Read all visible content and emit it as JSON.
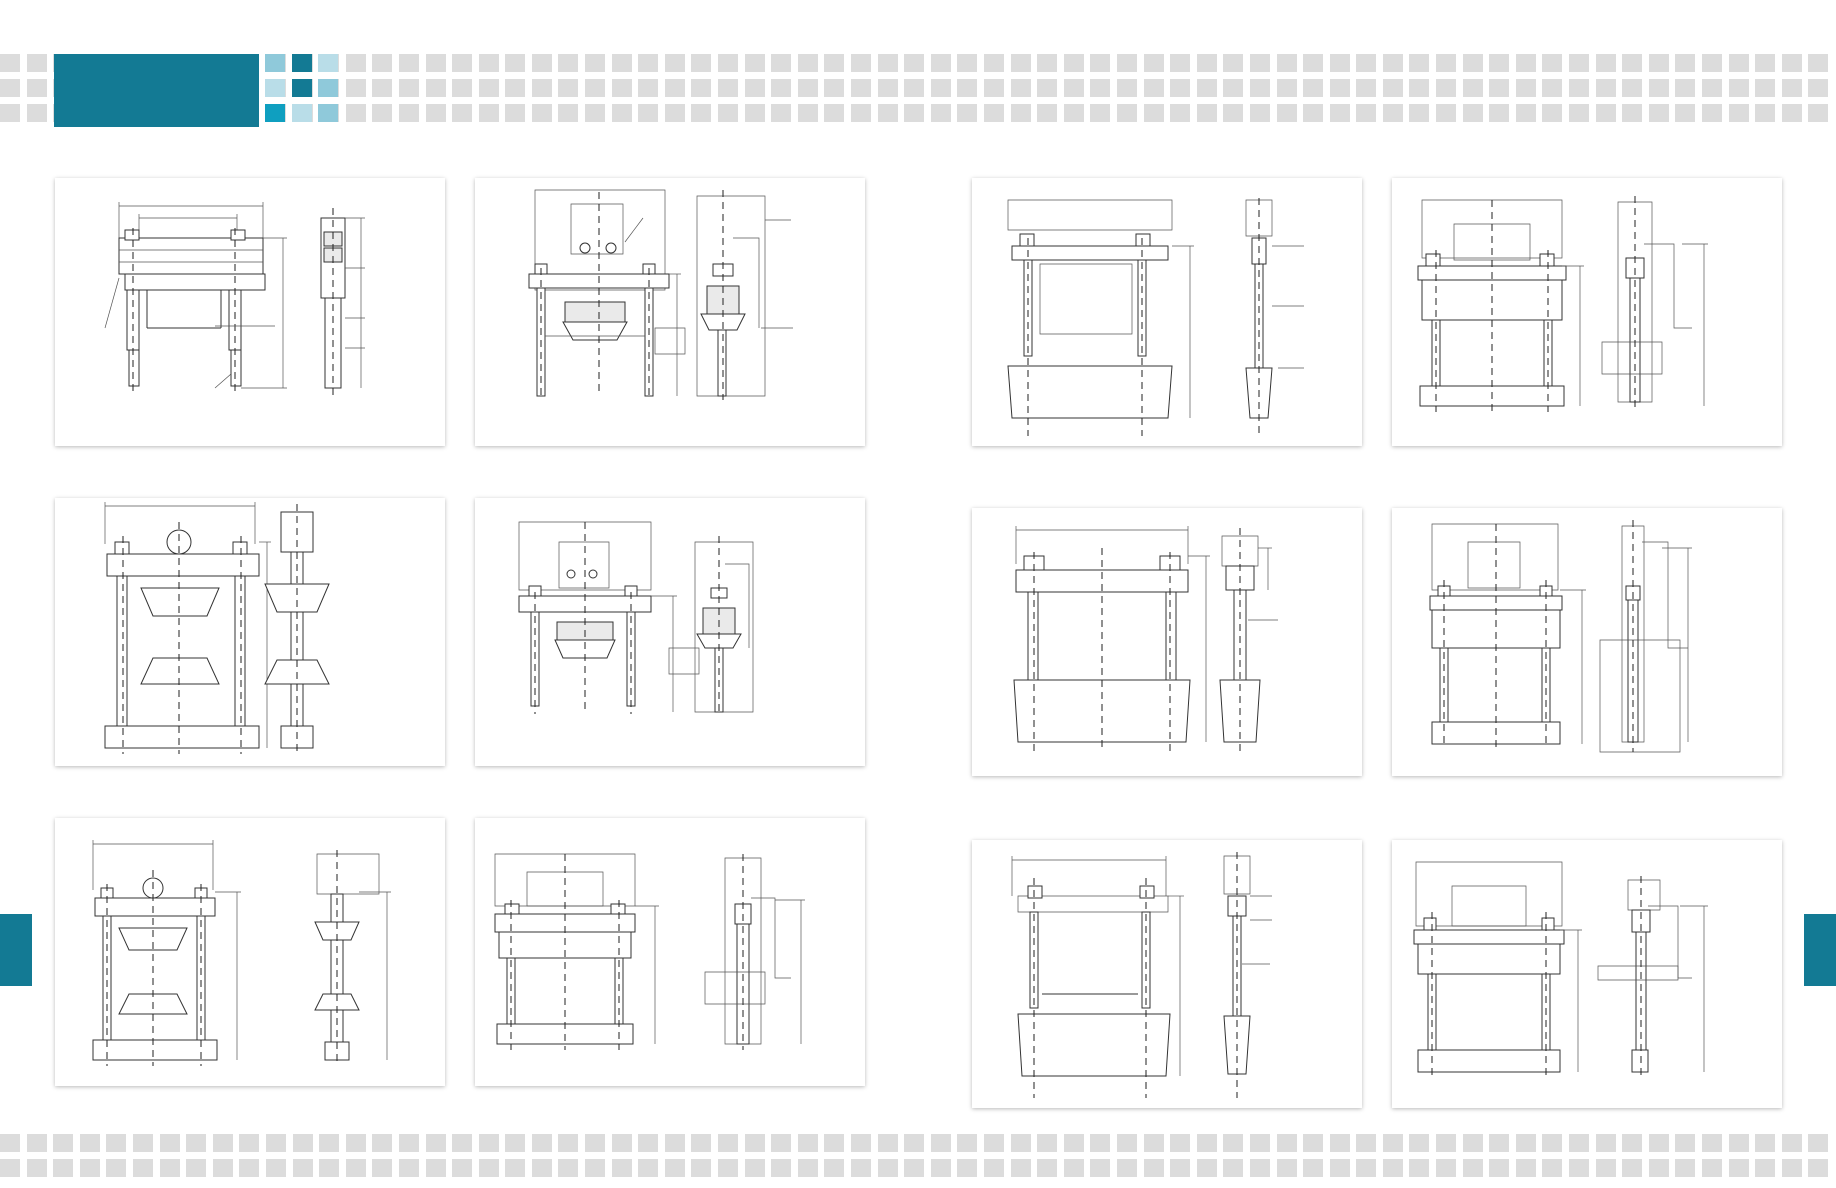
{
  "theme": {
    "brand_color": "#137a94",
    "accent_colors": [
      "#8fc9da",
      "#137a94",
      "#b9dde8",
      "#0f9fc0"
    ],
    "mosaic_color": "#dcdcdc"
  },
  "header": {
    "title_block": {
      "text": ""
    }
  },
  "pages": [
    {
      "name": "left-page",
      "panels": [
        {
          "id": "drawing-1",
          "views": [
            "front-view",
            "side-view"
          ]
        },
        {
          "id": "drawing-2",
          "views": [
            "front-view",
            "side-view"
          ]
        },
        {
          "id": "drawing-3",
          "views": [
            "front-view",
            "side-view"
          ]
        },
        {
          "id": "drawing-4",
          "views": [
            "front-view",
            "side-view"
          ]
        },
        {
          "id": "drawing-5",
          "views": [
            "front-view",
            "side-view"
          ]
        },
        {
          "id": "drawing-6",
          "views": [
            "front-view",
            "side-view"
          ]
        }
      ]
    },
    {
      "name": "right-page",
      "panels": [
        {
          "id": "drawing-7",
          "views": [
            "front-view",
            "side-view"
          ]
        },
        {
          "id": "drawing-8",
          "views": [
            "front-view",
            "side-view"
          ]
        },
        {
          "id": "drawing-9",
          "views": [
            "front-view",
            "side-view"
          ]
        },
        {
          "id": "drawing-10",
          "views": [
            "front-view",
            "side-view"
          ]
        },
        {
          "id": "drawing-11",
          "views": [
            "front-view",
            "side-view"
          ]
        },
        {
          "id": "drawing-12",
          "views": [
            "front-view",
            "side-view"
          ]
        }
      ]
    }
  ]
}
